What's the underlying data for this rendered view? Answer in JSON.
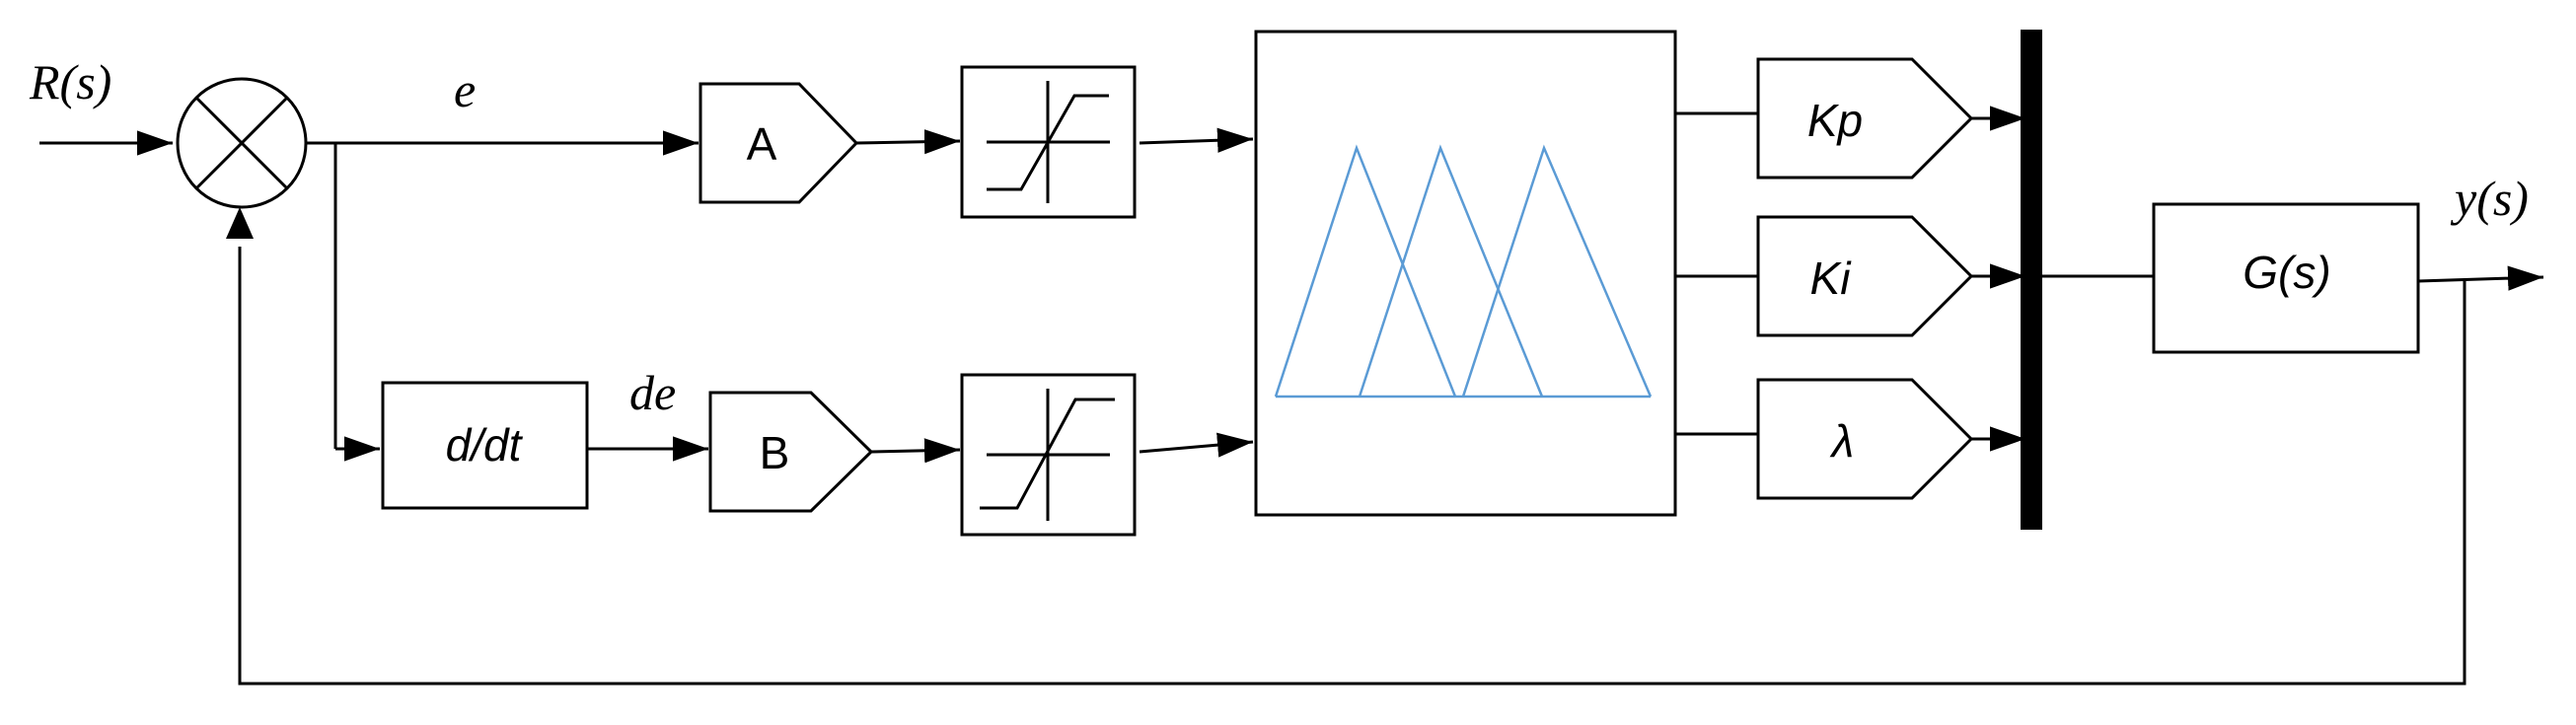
{
  "signals": {
    "input": "R(s)",
    "error": "e",
    "error_derivative": "de",
    "output": "y(s)"
  },
  "blocks": {
    "gain_a": "A",
    "gain_b": "B",
    "derivative": "d/dt",
    "plant": "G(s)",
    "kp": "Kp",
    "ki": "Ki",
    "lambda": "λ"
  },
  "colors": {
    "lines": "#000000",
    "membership_functions": "#5b9bd5"
  },
  "icons": [
    "sum-junction-icon",
    "saturation-icon",
    "triangular-membership-functions-icon",
    "mux-bar-icon"
  ]
}
